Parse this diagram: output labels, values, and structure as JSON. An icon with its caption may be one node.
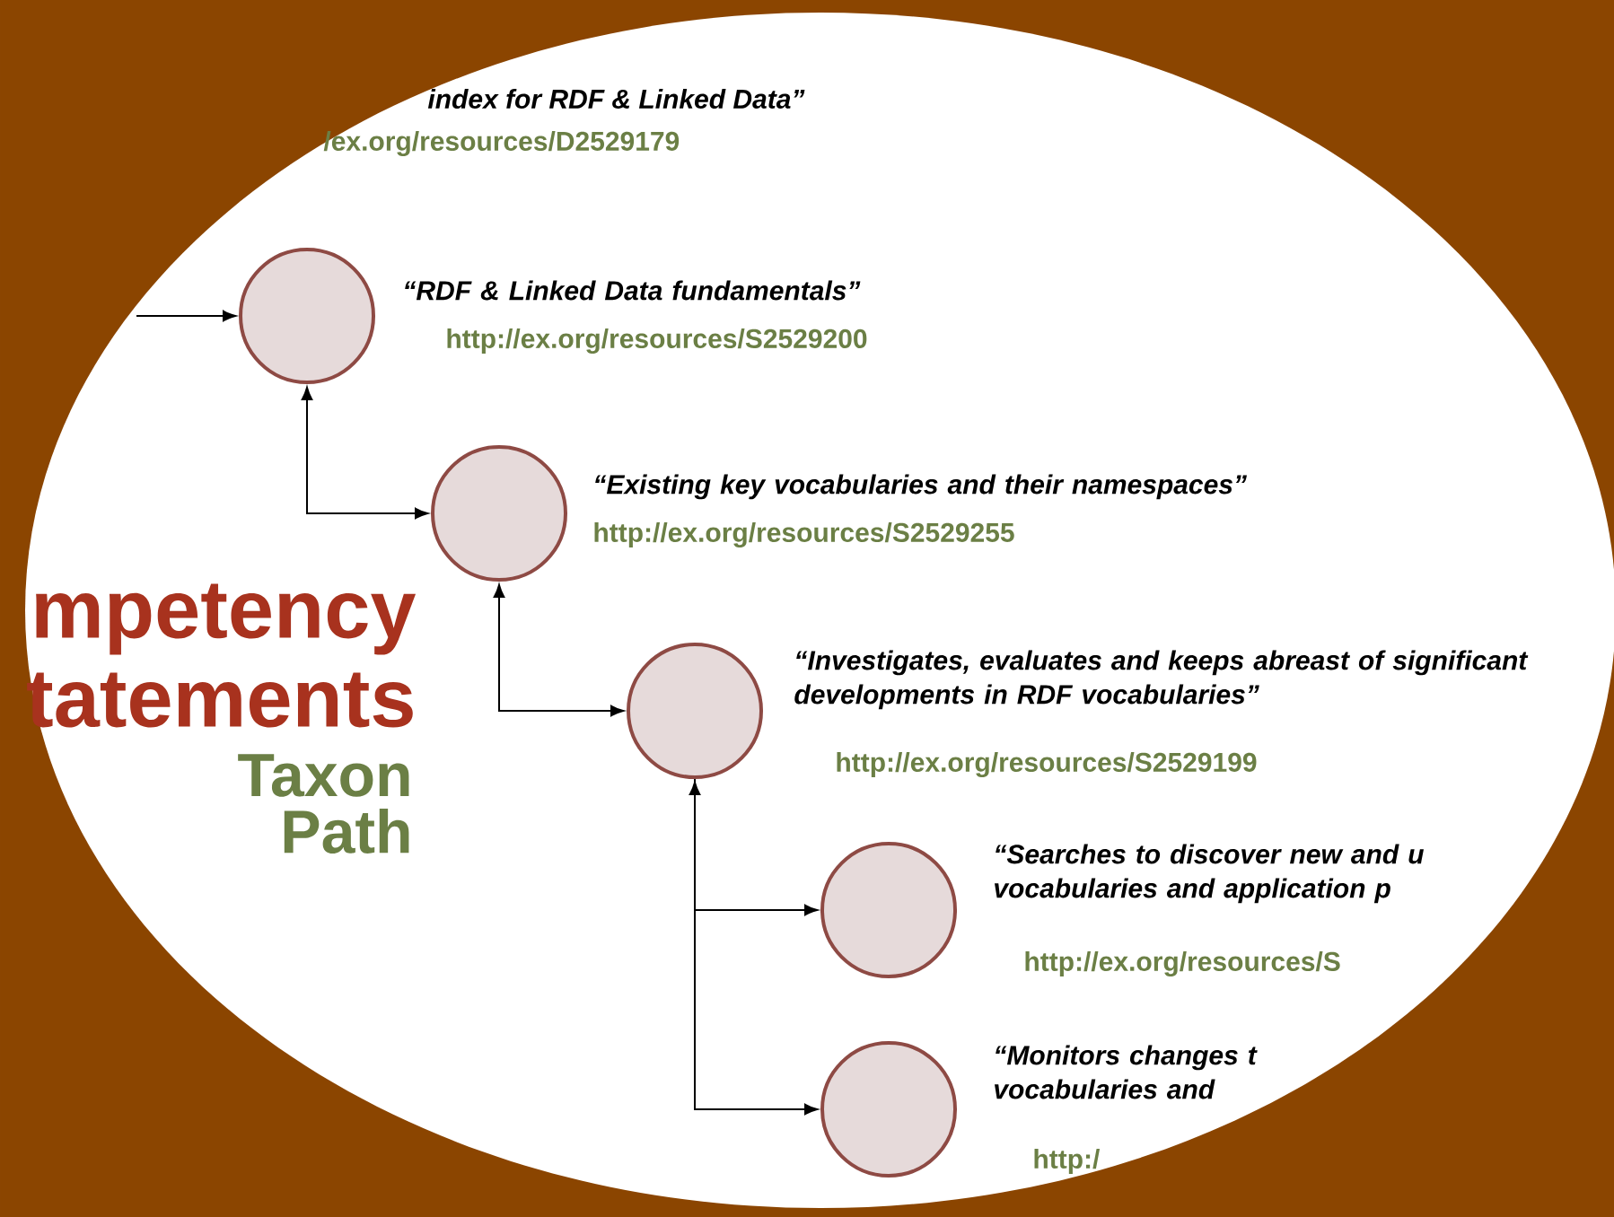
{
  "diagram": {
    "nodes": [
      {
        "text": [],
        "shape": "circle",
        "beside": [
          "“RDF & Linked Data fundamentals”",
          "http://ex.org/resources/S2529200"
        ]
      },
      {
        "text": [],
        "shape": "circle",
        "beside": [
          "“Existing key vocabularies and their namespaces”",
          "http://ex.org/resources/S2529255"
        ]
      },
      {
        "text": [],
        "shape": "circle",
        "beside": [
          "“Investigates, evaluates and keeps abreast of significant developments in RDF vocabularies”",
          "http://ex.org/resources/S2529199"
        ]
      },
      {
        "text": [],
        "shape": "circle",
        "beside": [
          "“Searches to discover new and u vocabularies and application p",
          "http://ex.org/resources/S"
        ]
      },
      {
        "text": [],
        "shape": "circle",
        "beside": [
          "“Monitors changes t vocabularies and",
          "http:/"
        ]
      }
    ],
    "edges": [
      {
        "from": null,
        "to": 0,
        "arrow": "to"
      },
      {
        "from": 0,
        "to": 1,
        "arrow": "both"
      },
      {
        "from": 1,
        "to": 2,
        "arrow": "both"
      },
      {
        "from": 2,
        "to": 3,
        "arrow": "both"
      },
      {
        "from": 2,
        "to": 4,
        "arrow": "to"
      }
    ],
    "labels": [
      "index for RDF & Linked Data”",
      "/ex.org/resources/D2529179",
      "mpetency",
      "tatements",
      "Taxon",
      "Path"
    ]
  }
}
